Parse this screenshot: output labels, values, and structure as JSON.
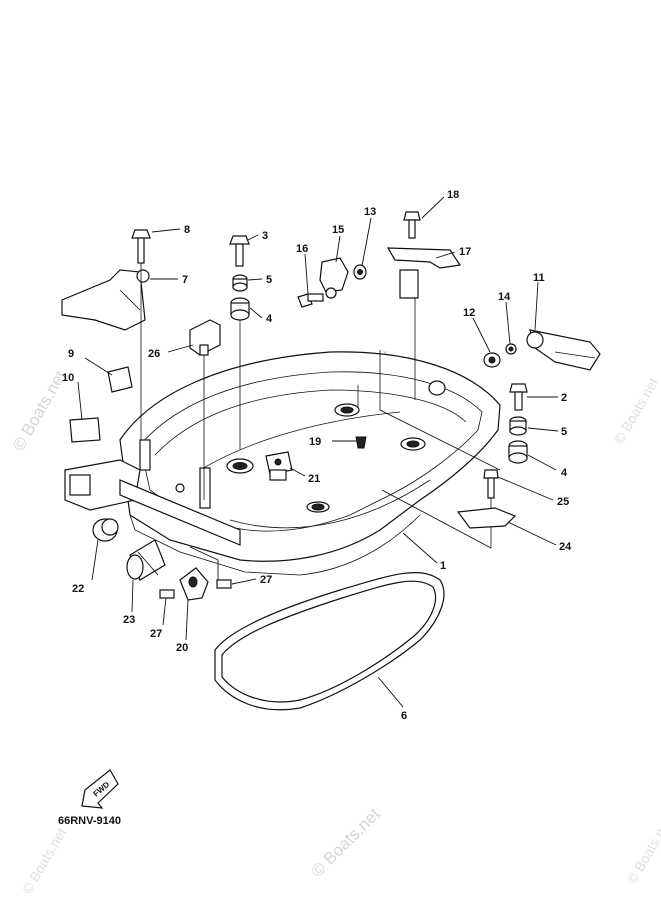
{
  "diagram": {
    "drawing_code": "66RNV-9140",
    "fwd_label": "FWD",
    "watermark": "© Boats.net",
    "callouts": {
      "c1": "1",
      "c2": "2",
      "c3": "3",
      "c4a": "4",
      "c4b": "4",
      "c5a": "5",
      "c5b": "5",
      "c6": "6",
      "c7": "7",
      "c8": "8",
      "c9": "9",
      "c10": "10",
      "c11": "11",
      "c12": "12",
      "c13": "13",
      "c14": "14",
      "c15": "15",
      "c16": "16",
      "c17": "17",
      "c18": "18",
      "c19": "19",
      "c20": "20",
      "c21": "21",
      "c22": "22",
      "c23": "23",
      "c24": "24",
      "c25": "25",
      "c26": "26",
      "c27a": "27",
      "c27b": "27"
    }
  }
}
